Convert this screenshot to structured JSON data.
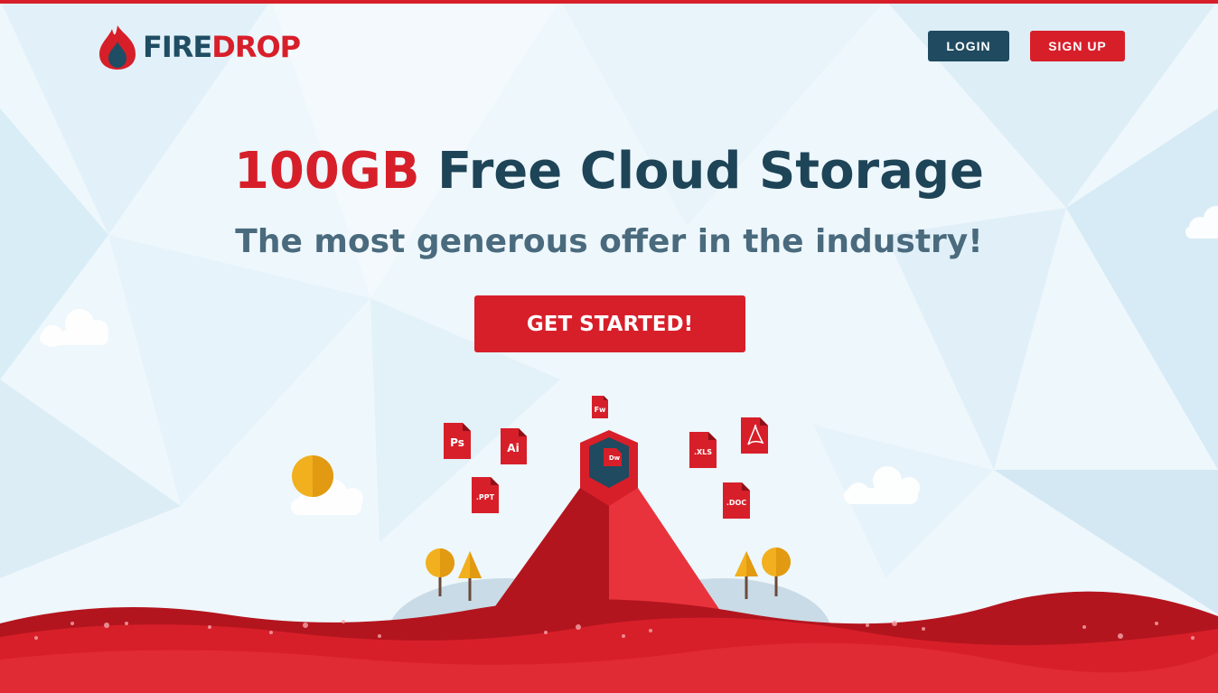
{
  "brand": {
    "name_part1": "FIRE",
    "name_part2": "DROP",
    "colors": {
      "red": "#d71f2a",
      "navy": "#1f4a5f",
      "grey_blue": "#4a6a7d"
    }
  },
  "header": {
    "login_label": "LOGIN",
    "signup_label": "SIGN UP"
  },
  "hero": {
    "headline_highlight": "100GB",
    "headline_rest": "Free Cloud Storage",
    "subheadline": "The most generous offer in the industry!",
    "cta_label": "GET STARTED!"
  },
  "illustration": {
    "file_icons": [
      "Ps",
      "Ai",
      "Fw",
      ".PPT",
      ".XLS",
      ".DOC",
      "pdf-icon"
    ],
    "center_label": "Dw"
  }
}
